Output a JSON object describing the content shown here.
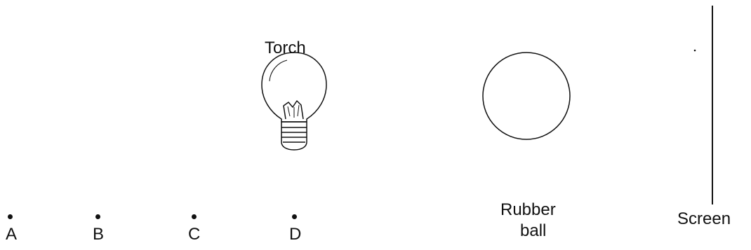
{
  "diagram": {
    "torch_label": "Torch",
    "ball_label_line1": "Rubber",
    "ball_label_line2": "ball",
    "screen_label": "Screen",
    "points": [
      "A",
      "B",
      "C",
      "D"
    ],
    "icons": {
      "torch": "light-bulb-icon",
      "ball": "circle-outline",
      "screen": "vertical-line"
    },
    "ink_color": "#111111"
  }
}
